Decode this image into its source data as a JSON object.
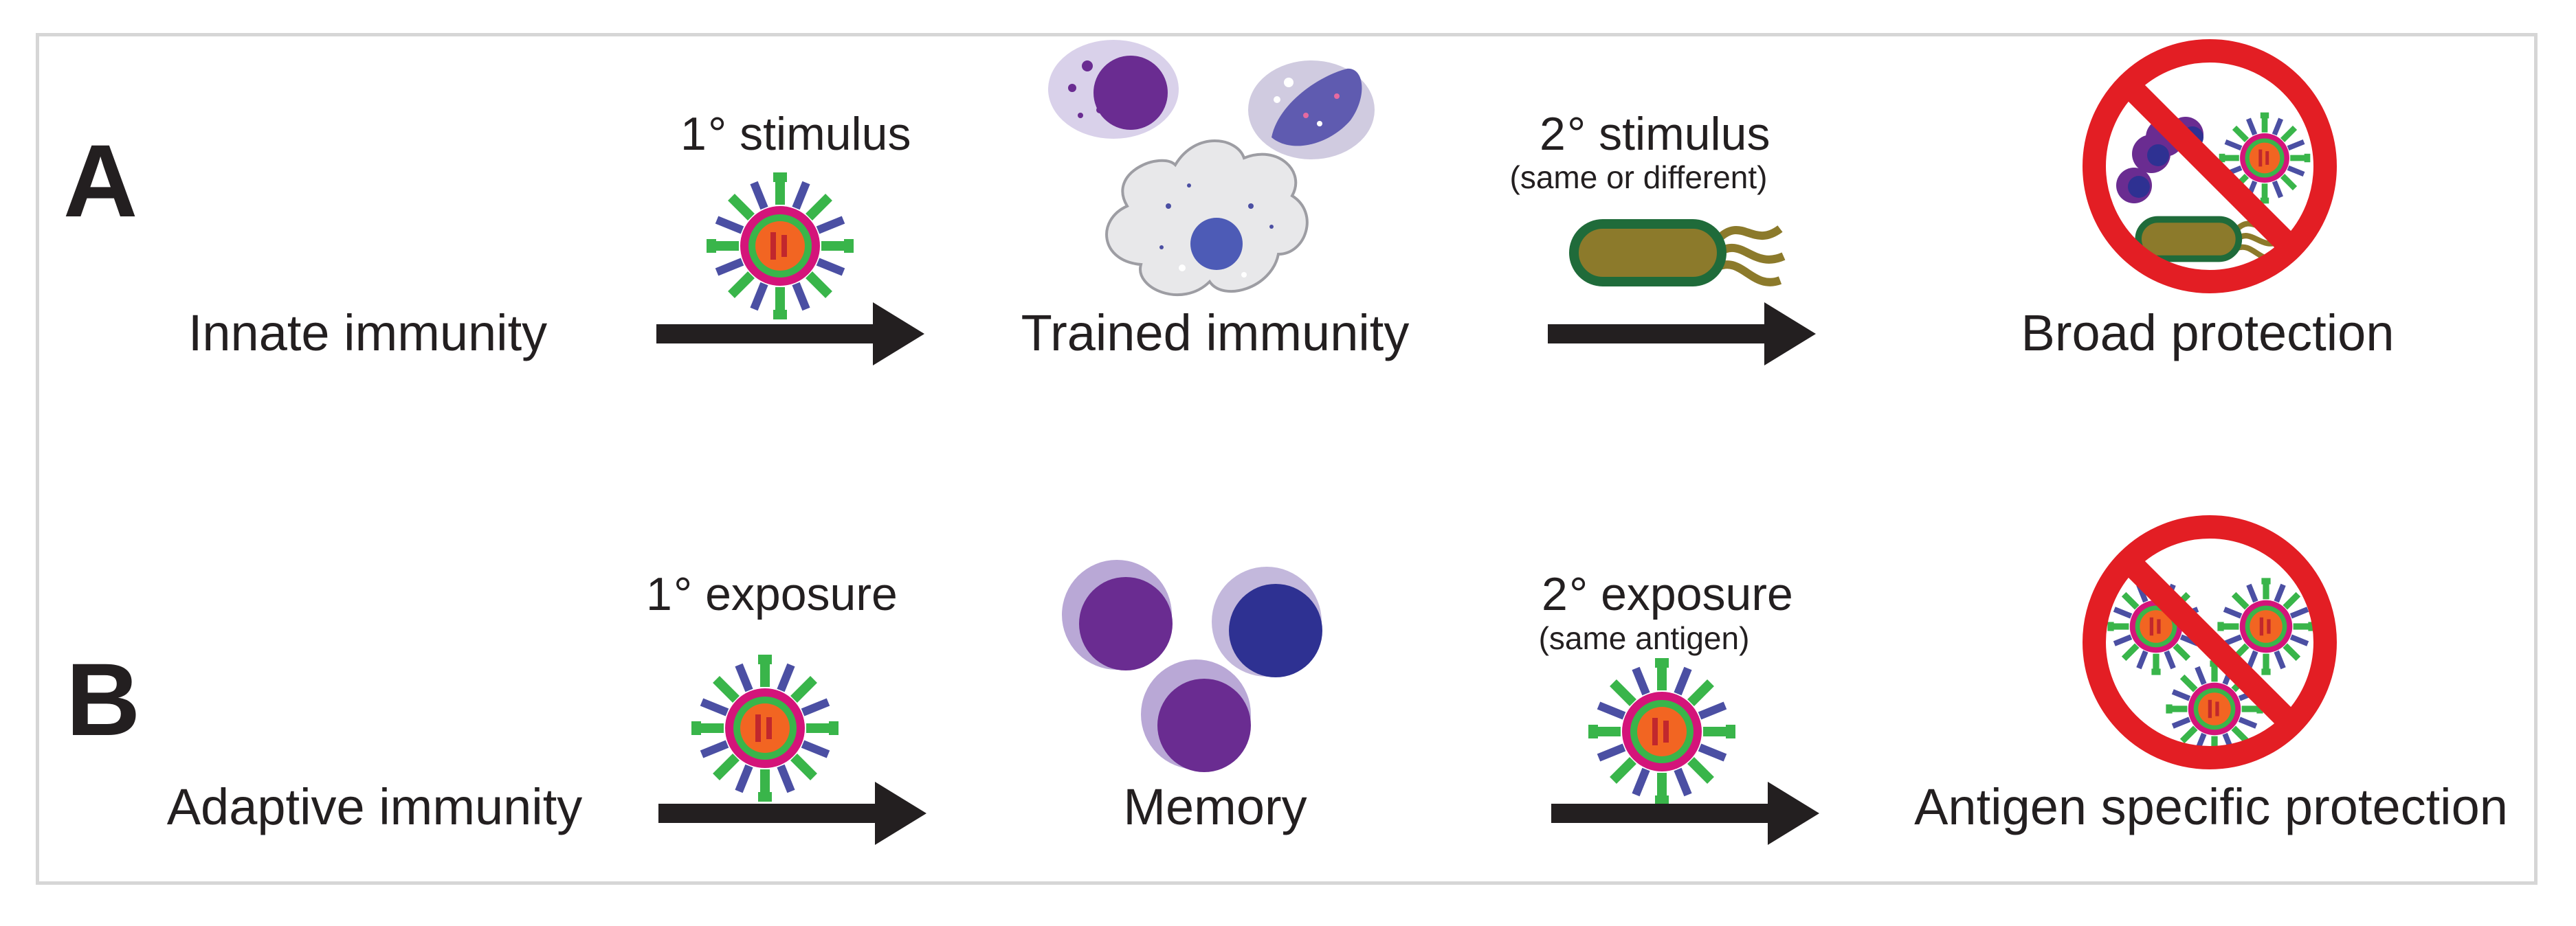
{
  "panels": [
    {
      "letter": "A",
      "start": "Innate immunity",
      "step1": {
        "sup": "1",
        "label": "° stimulus",
        "sub": ""
      },
      "middle": "Trained immunity",
      "step2": {
        "sup": "2",
        "label": "° stimulus",
        "sub": "(same or different)"
      },
      "end": "Broad protection"
    },
    {
      "letter": "B",
      "start": "Adaptive immunity",
      "step1": {
        "sup": "1",
        "label": "° exposure",
        "sub": ""
      },
      "middle": "Memory",
      "step2": {
        "sup": "2",
        "label": "° exposure",
        "sub": "(same antigen)"
      },
      "end": "Antigen specific protection"
    }
  ],
  "colors": {
    "arrow": "#231f20",
    "prohibition": "#e31e24",
    "virus_green": "#39b54a",
    "virus_blue": "#4b4fa3",
    "virus_pink": "#d4147a",
    "virus_core": "#f26522",
    "bacterium_fill": "#8c7a2b",
    "bacterium_outline": "#1f6b3a",
    "memory_cell_purple": "#6a2c91",
    "memory_cell_blue": "#2e3192",
    "cell_halo": "#b9a8d6"
  },
  "icons": [
    "virus-icon",
    "bacterium-icon",
    "macrophage-icon",
    "monocyte-icon",
    "neutrophil-icon",
    "memory-cell-icon",
    "prohibition-icon"
  ]
}
